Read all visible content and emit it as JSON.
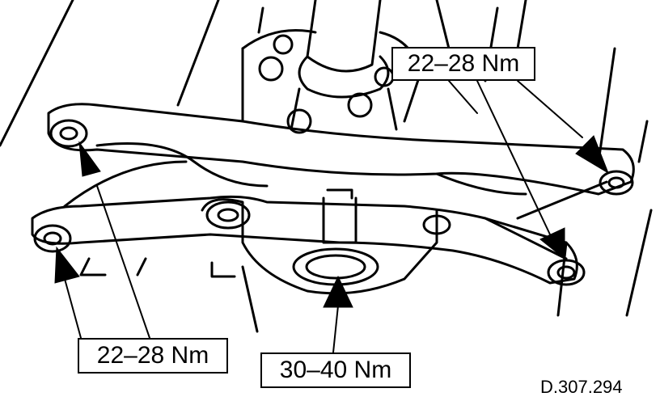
{
  "callouts": {
    "top_right": "22–28 Nm",
    "bottom_left": "22–28 Nm",
    "bottom_center": "30–40 Nm"
  },
  "reference_code": "D.307.294",
  "colors": {
    "ink": "#000000",
    "paper": "#ffffff"
  }
}
